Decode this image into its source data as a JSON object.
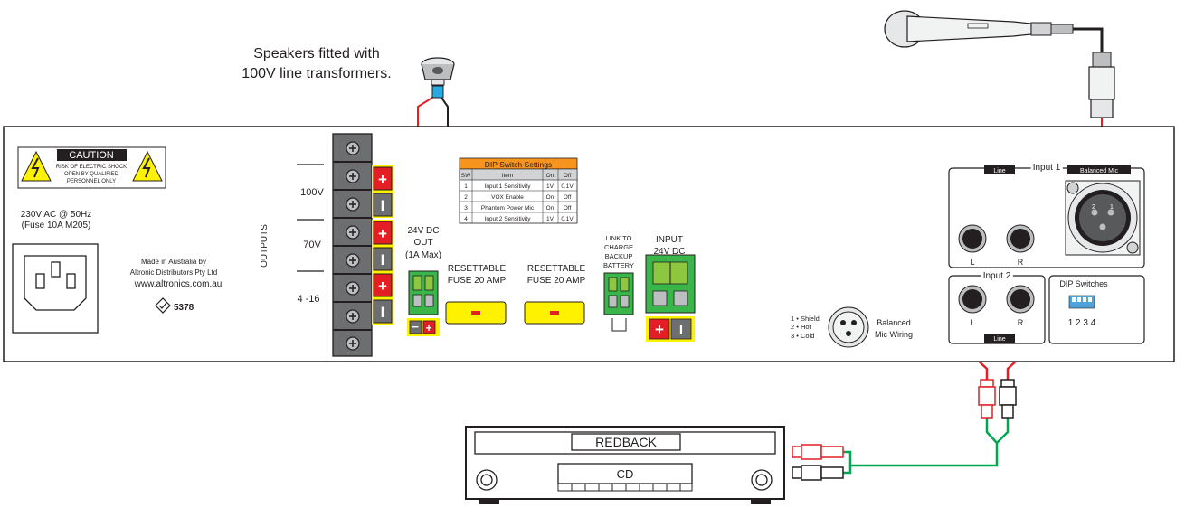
{
  "callout": {
    "line1": "Speakers fitted with",
    "line2": "100V line transformers."
  },
  "caution": {
    "title": "CAUTION",
    "line1": "RISK OF ELECTRIC SHOCK",
    "line2": "OPEN BY QUALIFIED",
    "line3": "PERSONNEL ONLY"
  },
  "power": {
    "rating_line1": "230V AC @ 50Hz",
    "rating_line2": "(Fuse 10A M205)"
  },
  "maker": {
    "line1": "Made in Australia by",
    "line2": "Altronic Distributors Pty Ltd",
    "line3": "www.altronics.com.au",
    "approval": "5378"
  },
  "outputs": {
    "label": "OUTPUTS",
    "taps": [
      "100V",
      "70V",
      "4 -16"
    ]
  },
  "dc_out": {
    "line1": "24V DC",
    "line2": "OUT",
    "line3": "(1A Max)"
  },
  "fuses": [
    {
      "line1": "RESETTABLE",
      "line2": "FUSE 20 AMP"
    },
    {
      "line1": "RESETTABLE",
      "line2": "FUSE 20 AMP"
    }
  ],
  "battery": {
    "line1": "LINK TO",
    "line2": "CHARGE",
    "line3": "BACKUP",
    "line4": "BATTERY"
  },
  "dc_in": {
    "line1": "INPUT",
    "line2": "24V DC"
  },
  "dip_table": {
    "title": "DIP Switch Settings",
    "headers": [
      "SW",
      "Item",
      "On",
      "Off"
    ],
    "rows": [
      [
        "1",
        "Input 1 Sensitivity",
        "1V",
        "0.1V"
      ],
      [
        "2",
        "VOX Enable",
        "On",
        "Off"
      ],
      [
        "3",
        "Phantom Power Mic",
        "On",
        "Off"
      ],
      [
        "4",
        "Input 2 Sensitivity",
        "1V",
        "0.1V"
      ]
    ]
  },
  "xlr_wiring": {
    "pin1": "1 • Shield",
    "pin2": "2 • Hot",
    "pin3": "3 • Cold",
    "label1": "Balanced",
    "label2": "Mic Wiring"
  },
  "input1": {
    "title": "Input 1",
    "line_tag": "Line",
    "mic_tag": "Balanced Mic",
    "left": "L",
    "right": "R",
    "pin1": "1",
    "pin2": "2"
  },
  "input2": {
    "title": "Input 2",
    "line_tag": "Line",
    "left": "L",
    "right": "R"
  },
  "dip_panel": {
    "title": "DIP Switches",
    "numbers": "1 2 3 4"
  },
  "cd_player": {
    "brand": "REDBACK",
    "slot": "CD"
  },
  "colors": {
    "positive": "#e31e24",
    "negative": "#6d6e70",
    "terminal_green": "#3ab54a",
    "fuse_yellow": "#fff200",
    "dip_orange": "#f7941d",
    "wire_green": "#00a651",
    "wire_red": "#e31e24",
    "dip_blue": "#4fa3d9"
  }
}
